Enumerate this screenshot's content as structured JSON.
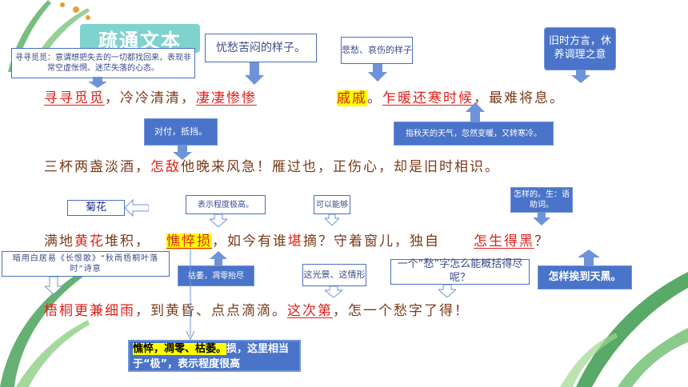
{
  "title": "疏通文本",
  "colors": {
    "accent_red": "#e0201a",
    "callout_blue": "#4a74c9",
    "title_teal": "#7fd3cf",
    "text_brown": "#7a3a1a"
  },
  "callouts": {
    "xunxun": "寻寻觅觅：意谓想把失去的一切都找回来，表现非常空虚怅惘、迷茫失落的心态。",
    "qiqi": "忧愁苦闷的样子。",
    "beichou": "悲愁、哀伤的样子",
    "jiushi": "旧时方言，休养调理之意",
    "duifu": "对付，抵挡。",
    "zhaqiu": "指秋天的天气，忽然变暖，又转寒冷。",
    "juhua": "菊花",
    "biaoshi": "表示程度极高。",
    "keyi": "可以能够",
    "zenshengde": "怎样的。生：语助词。",
    "anyong": "暗用白居易《长恨歌》“秋雨梧桐叶落时”诗意",
    "kuwei": "枯萎，凋零殆尽",
    "zheguang": "这光景、这情形",
    "yigechou": "一个“愁”字怎么能概括得尽呢？",
    "zenyang": "怎样挨到天黑。"
  },
  "lines": {
    "l1": {
      "p1": "寻寻觅觅",
      "p2": "，冷冷清清，",
      "p3": "凄凄惨惨",
      "p4": "戚戚",
      "p5": "。",
      "p6": "乍暖还寒时候",
      "p7": "，最难将息。"
    },
    "l2": {
      "p1": "三杯两盏淡酒，",
      "p2": "怎敌",
      "p3": "他晚来风急！雁过也，正伤心，却是旧时相识。"
    },
    "l3": {
      "p1": "满地",
      "p2": "黄花",
      "p3": "堆积，",
      "p4": "憔悴损",
      "p5": "，如今有谁",
      "p6": "堪",
      "p7": "摘？守着窗儿，独自",
      "p8": "怎生得黑",
      "p9": "？"
    },
    "l4": {
      "p1": "梧桐更兼细雨",
      "p2": "，到黄昏、点点滴滴。",
      "p3": "这次第",
      "p4": "，怎一个愁字了得！"
    }
  },
  "note": {
    "hl": "憔悴，凋零、枯萎。",
    "rest": "损，这里相当于“极”，表示程度很高"
  }
}
